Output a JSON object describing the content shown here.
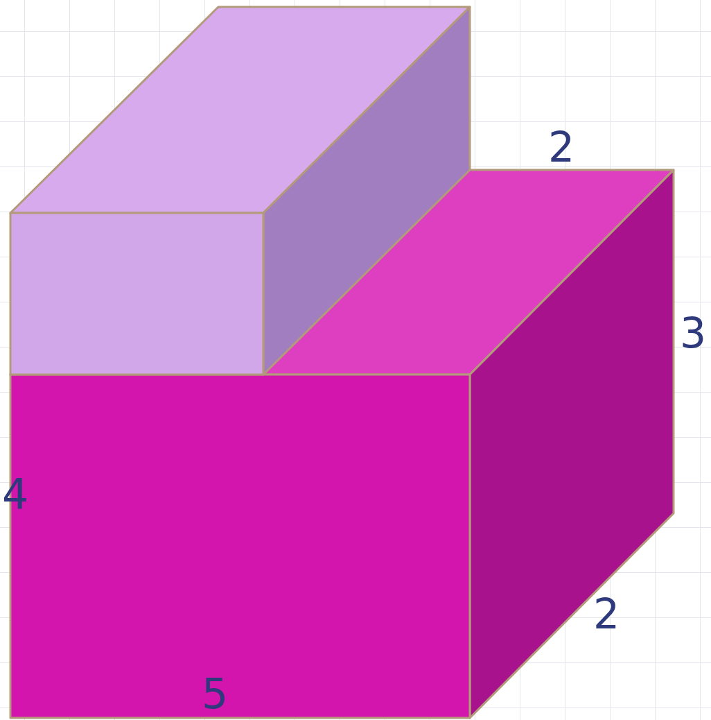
{
  "diagram": {
    "labels": [
      "2",
      "3",
      "4",
      "2",
      "5"
    ]
  }
}
